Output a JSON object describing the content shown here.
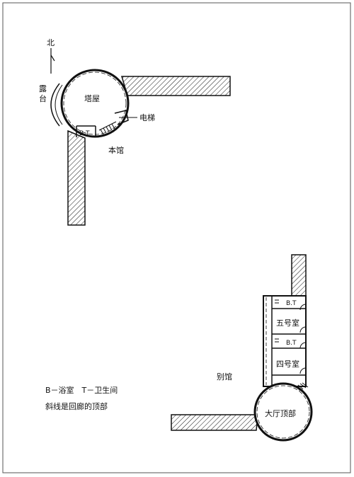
{
  "north": "北",
  "main_building": {
    "tower_room": "塔屋",
    "terrace": [
      "露",
      "台"
    ],
    "elevator": "电梯",
    "bath_toilet": "B.T",
    "name": "本馆"
  },
  "annex": {
    "name": "别馆",
    "rooms": [
      {
        "label": "B.T"
      },
      {
        "label": "五号室"
      },
      {
        "label": "B.T"
      },
      {
        "label": "四号室"
      }
    ],
    "hall_roof": "大厅顶部"
  },
  "legend": {
    "line1": "B－浴室　T－卫生间",
    "line2": "斜线是回廊的顶部"
  }
}
